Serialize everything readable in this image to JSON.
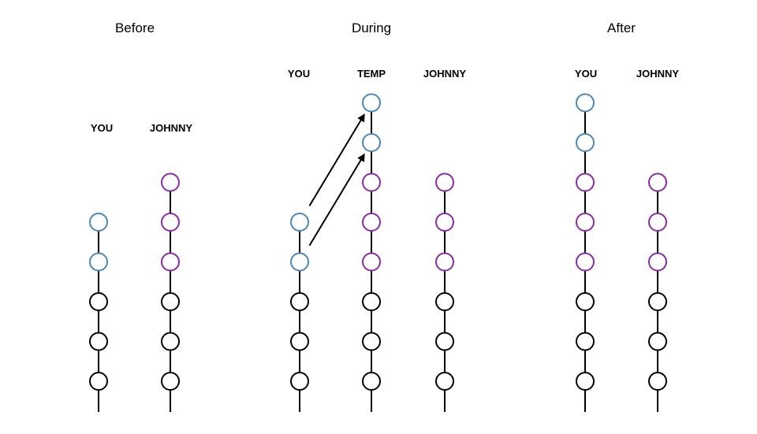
{
  "colors": {
    "base": "#000000",
    "you": "#4a86b8",
    "johnny": "#8a2aa5"
  },
  "panels": [
    {
      "title": "Before",
      "branches": [
        {
          "label": "YOU",
          "commits": [
            "base",
            "base",
            "base",
            "you",
            "you"
          ]
        },
        {
          "label": "JOHNNY",
          "commits": [
            "base",
            "base",
            "base",
            "johnny",
            "johnny",
            "johnny"
          ]
        }
      ]
    },
    {
      "title": "During",
      "branches": [
        {
          "label": "YOU",
          "commits": [
            "base",
            "base",
            "base",
            "you",
            "you"
          ]
        },
        {
          "label": "TEMP",
          "commits": [
            "base",
            "base",
            "base",
            "johnny",
            "johnny",
            "johnny",
            "you",
            "you"
          ]
        },
        {
          "label": "JOHNNY",
          "commits": [
            "base",
            "base",
            "base",
            "johnny",
            "johnny",
            "johnny"
          ]
        }
      ],
      "arrows": [
        {
          "from_branch": 0,
          "from_commit": 3,
          "to_branch": 1,
          "to_commit": 6
        },
        {
          "from_branch": 0,
          "from_commit": 4,
          "to_branch": 1,
          "to_commit": 7
        }
      ]
    },
    {
      "title": "After",
      "branches": [
        {
          "label": "YOU",
          "commits": [
            "base",
            "base",
            "base",
            "johnny",
            "johnny",
            "johnny",
            "you",
            "you"
          ]
        },
        {
          "label": "JOHNNY",
          "commits": [
            "base",
            "base",
            "base",
            "johnny",
            "johnny",
            "johnny"
          ]
        }
      ]
    }
  ]
}
